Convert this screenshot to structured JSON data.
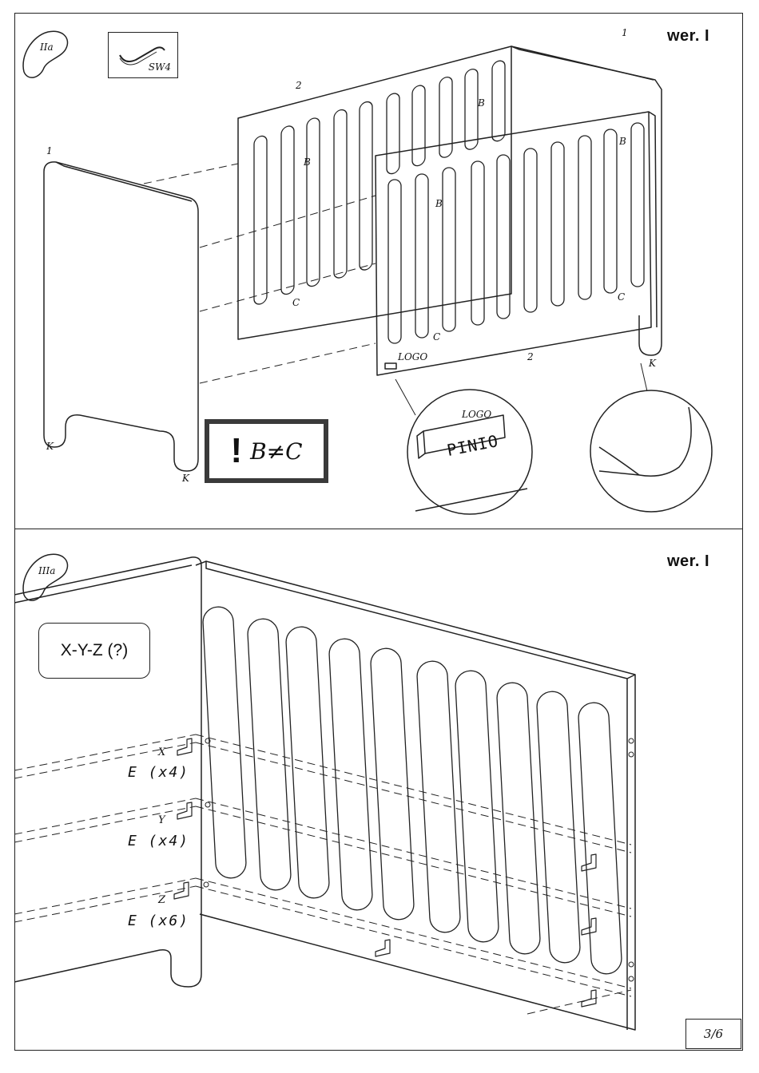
{
  "top": {
    "version": "wer. I",
    "step": "IIa",
    "tool_code": "SW4",
    "warning_bang": "!",
    "warning_rule": "B≠C",
    "part_labels": {
      "side_panel_top": "1",
      "side_panel_left": "1",
      "long_panel_back": "2",
      "long_panel_front": "2"
    },
    "point_labels": {
      "b": "B",
      "c": "C",
      "k": "K"
    },
    "logo_label": "LOGO",
    "logo_badge": "PINIO"
  },
  "bottom": {
    "version": "wer. I",
    "step": "IIIa",
    "question": "X-Y-Z (?)",
    "rows": [
      {
        "letter": "X",
        "hardware": "E (x4)"
      },
      {
        "letter": "Y",
        "hardware": "E (x4)"
      },
      {
        "letter": "Z",
        "hardware": "E (x6)"
      }
    ]
  },
  "page": "3/6"
}
